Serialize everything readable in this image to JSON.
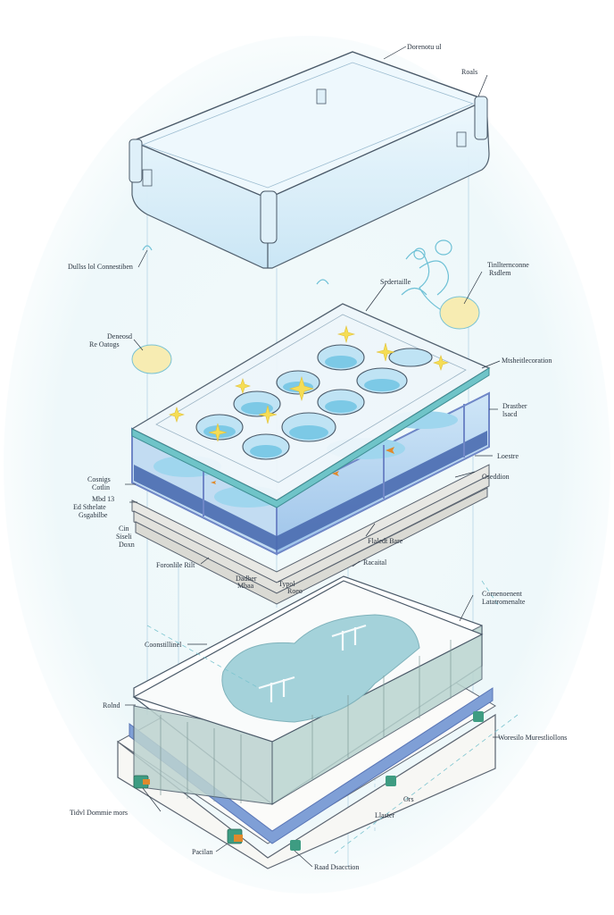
{
  "colors": {
    "glass_fill": "#e3f2fb",
    "glass_stroke": "#4a5968",
    "water": "#b9e3f3",
    "water_dark": "#7cc9e6",
    "blue_frame": "#8fa8d8",
    "gravel": "#4a6bb0",
    "sparkle": "#f5dd55",
    "component": "#3e9c82",
    "orange": "#e08a2c",
    "label": "#2a3440",
    "halo": "#eaf6f8"
  },
  "icons": [
    "sparkle-icon",
    "plant-icon",
    "component-icon"
  ],
  "labels": {
    "lid_top": "Dorenotu ul",
    "lid_corner": "Roals",
    "lid_side": "Dullss lol Connestiben",
    "sensor_top": "Sedertaille",
    "sensor_right_1": "Tinllternconne",
    "sensor_right_2": "Rsdlem",
    "left_pod_1": "Deneosd",
    "left_pod_2": "Re Oatogs",
    "tray_right": "Mtsheitlecoration",
    "tray_side_1": "Drastber",
    "tray_side_2": "lsacd",
    "frame_right": "Loestre",
    "frame_right_2": "Oseddion",
    "left_1a": "Cosnigs",
    "left_1b": "Cotlin",
    "left_2a": "Mbd 13",
    "left_2b": "Ed Sthelate",
    "left_2c": "Gsgabilbe",
    "left_3a": "Cin",
    "left_3b": "Siseli",
    "left_3c": "Doxn",
    "base_bar": "Flaledt Bare",
    "bottom_left": "Foronlile Rilt",
    "bottom_mid_1": "Dadber",
    "bottom_mid_2": "Mbaa",
    "bottom_mid_3": "Typol",
    "bottom_mid_4": "Roeo",
    "tray_label": "Racaital",
    "platform_right_1": "Cornenoenent",
    "platform_right_2": "Latatromenalte",
    "platform_left": "Coonstillinel",
    "platform_side": "Rolnd",
    "base_right": "Woresilo Murestliollons",
    "base_mid_1": "Ors",
    "base_mid_2": "Llaster",
    "base_left": "Tidvl Dommie mors",
    "base_bottom_left": "Pacilan",
    "base_bottom_mid": "Raad Dsacction"
  }
}
